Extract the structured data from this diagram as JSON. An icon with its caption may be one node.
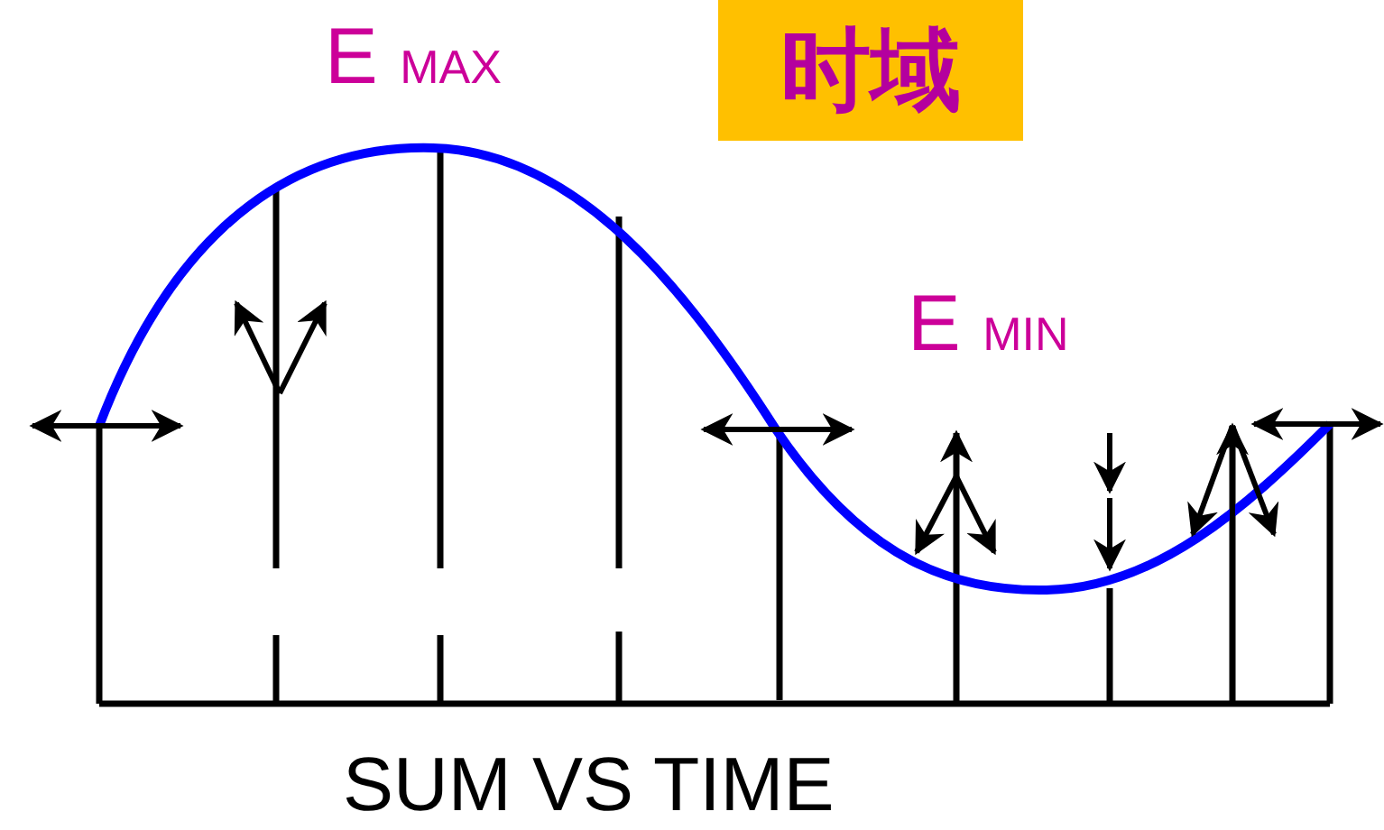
{
  "diagram": {
    "caption": "SUM VS TIME",
    "nodes": [
      {
        "text": [
          "时域"
        ]
      }
    ],
    "labels": [
      "E $_{MAX}$",
      "E $_{MIN}$"
    ]
  }
}
